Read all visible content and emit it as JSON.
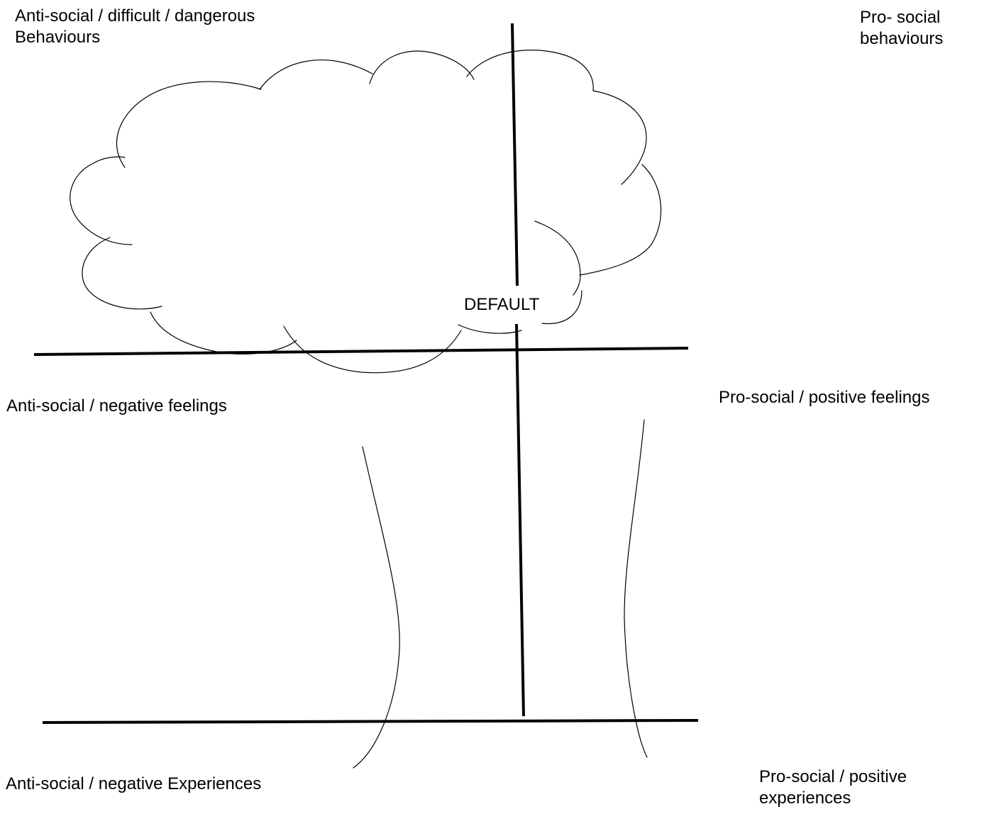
{
  "labels": {
    "behaviours_anti": {
      "line1": "Anti-social / difficult / dangerous",
      "line2": "Behaviours"
    },
    "behaviours_pro": {
      "line1": "Pro- social",
      "line2": "behaviours"
    },
    "feelings_anti": "Anti-social / negative feelings",
    "feelings_pro": "Pro-social / positive feelings",
    "experiences_anti": "Anti-social / negative Experiences",
    "experiences_pro": {
      "line1": "Pro-social / positive",
      "line2": "experiences"
    },
    "center": "DEFAULT"
  },
  "colors": {
    "line": "#000000",
    "background": "#ffffff"
  }
}
